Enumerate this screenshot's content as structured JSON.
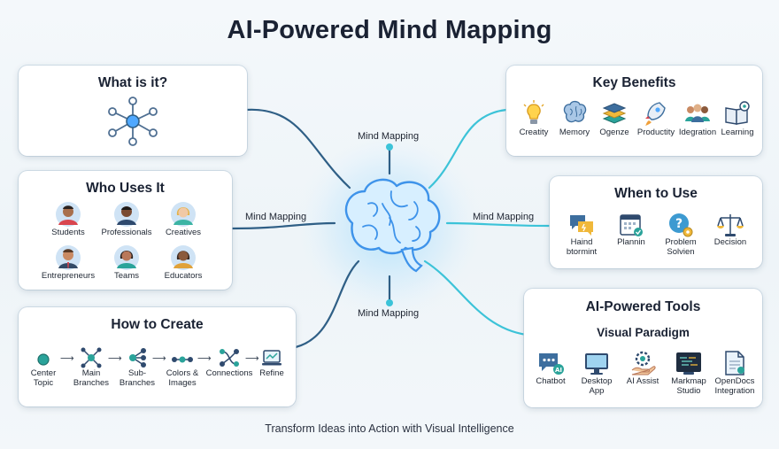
{
  "title": "AI-Powered Mind Mapping",
  "footer": "Transform Ideas into Action with Visual Intelligence",
  "branch_labels": [
    "Mind Mapping",
    "Mind Mapping",
    "Mind Mapping",
    "Mind Mapping"
  ],
  "colors": {
    "accent": "#3cc3d8",
    "brain": "#4fa8ff",
    "icon_dark": "#2f4a6e",
    "icon_teal": "#2aa39a"
  },
  "what": {
    "title": "What is it?"
  },
  "who": {
    "title": "Who Uses It",
    "items": [
      "Students",
      "Professionals",
      "Creatives",
      "Entrepreneurs",
      "Teams",
      "Educators"
    ]
  },
  "how": {
    "title": "How to Create",
    "steps": [
      [
        "Center",
        "Topic"
      ],
      [
        "Main",
        "Branches"
      ],
      [
        "Sub-",
        "Branches"
      ],
      [
        "Colors &",
        "Images"
      ],
      [
        "Connections",
        ""
      ],
      [
        "Refine",
        ""
      ]
    ]
  },
  "benefits": {
    "title": "Key Benefits",
    "items": [
      "Creatity",
      "Memory",
      "Ogenze",
      "Productity",
      "Idegration",
      "Learning"
    ]
  },
  "when": {
    "title": "When to Use",
    "items": [
      [
        "Haind",
        "btormint"
      ],
      [
        "Plannin",
        ""
      ],
      [
        "Problem",
        "Solvien"
      ],
      [
        "Decision",
        ""
      ]
    ]
  },
  "tools": {
    "title": "AI-Powered Tools",
    "subtitle": "Visual Paradigm",
    "items": [
      [
        "Chatbot",
        ""
      ],
      [
        "Desktop",
        "App"
      ],
      [
        "AI Assist",
        ""
      ],
      [
        "Markmap",
        "Studio"
      ],
      [
        "OpenDocs",
        "Integration"
      ]
    ]
  }
}
